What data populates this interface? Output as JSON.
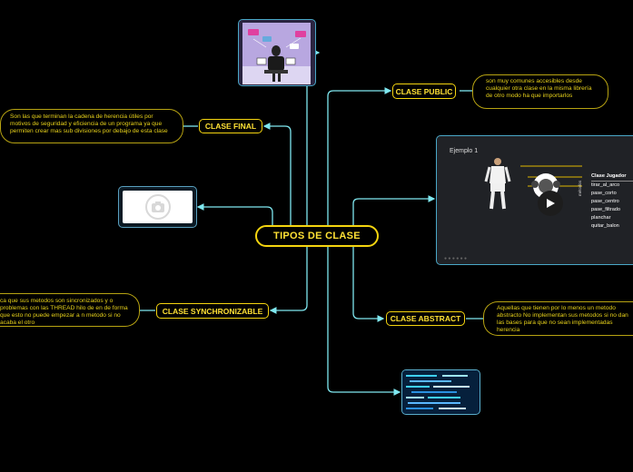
{
  "central": {
    "label": "TIPOS DE CLASE"
  },
  "topics": {
    "clase_public": "CLASE PUBLIC",
    "clase_final": "CLASE FINAL",
    "clase_synchronizable": "CLASE SYNCHRONIZABLE",
    "clase_abstract": "CLASE ABSTRACT"
  },
  "notes": {
    "public": "son muy comunes accesibles desde cualquier otra clase en la misma librería de otro modo ha que importarlos",
    "final": "Son las que terminan la cadena de herencia útiles por motivos de seguridad y eficiencia de un programa ya que permiten crear mas sub divisiones por debajo de esta clase",
    "synchronizable": "ca que sus metodos son sincronizados y o problemas con las THREAD   hilo de en de forma que esto no puede empezar a n metodo si no acaba el otro",
    "abstract": "Aquellas que tienen por lo menos un metodo abstracto No implementan sus metodos si no dan las bases para que no sean implementadas herencia"
  },
  "video": {
    "title": "Ejemplo 1",
    "class_header": "Clase Jugador",
    "methods": [
      "tirar_al_arco",
      "pase_corto",
      "pase_centro",
      "pase_filtrado",
      "planchar",
      "quitar_balon"
    ],
    "side_label": "métodos"
  },
  "colors": {
    "accent": "#f5d50f",
    "line": "#7fe8f0"
  }
}
